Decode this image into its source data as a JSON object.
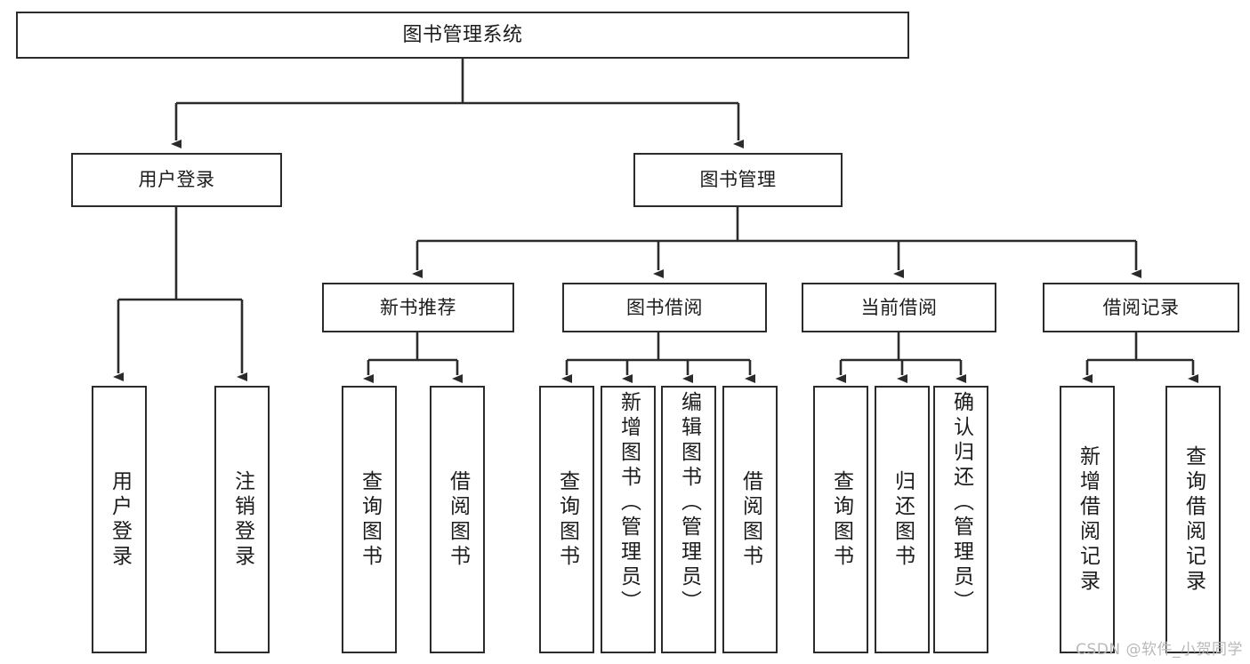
{
  "diagram": {
    "title": "图书管理系统",
    "type": "tree-hierarchy",
    "watermark": "CSDN @软件_小贺同学",
    "colors": {
      "stroke": "#2b2b2b",
      "fill": "#ffffff",
      "text": "#1c1c1c",
      "watermark": "#b9b9b9"
    },
    "nodes": {
      "root": {
        "label": "图书管理系统"
      },
      "level2": [
        {
          "label": "用户登录"
        },
        {
          "label": "图书管理"
        }
      ],
      "level3": [
        {
          "label": "新书推荐"
        },
        {
          "label": "图书借阅"
        },
        {
          "label": "当前借阅"
        },
        {
          "label": "借阅记录"
        }
      ],
      "leaves": {
        "user_login": [
          {
            "label": "用户登录"
          },
          {
            "label": "注销登录"
          }
        ],
        "new_book": [
          {
            "label": "查询图书"
          },
          {
            "label": "借阅图书"
          }
        ],
        "book_borrow": [
          {
            "label": "查询图书"
          },
          {
            "label": "新增图书（管理员）"
          },
          {
            "label": "编辑图书（管理员）"
          },
          {
            "label": "借阅图书"
          }
        ],
        "current_borrow": [
          {
            "label": "查询图书"
          },
          {
            "label": "归还图书"
          },
          {
            "label": "确认归还（管理员）"
          }
        ],
        "borrow_record": [
          {
            "label": "新增借阅记录"
          },
          {
            "label": "查询借阅记录"
          }
        ]
      }
    }
  }
}
